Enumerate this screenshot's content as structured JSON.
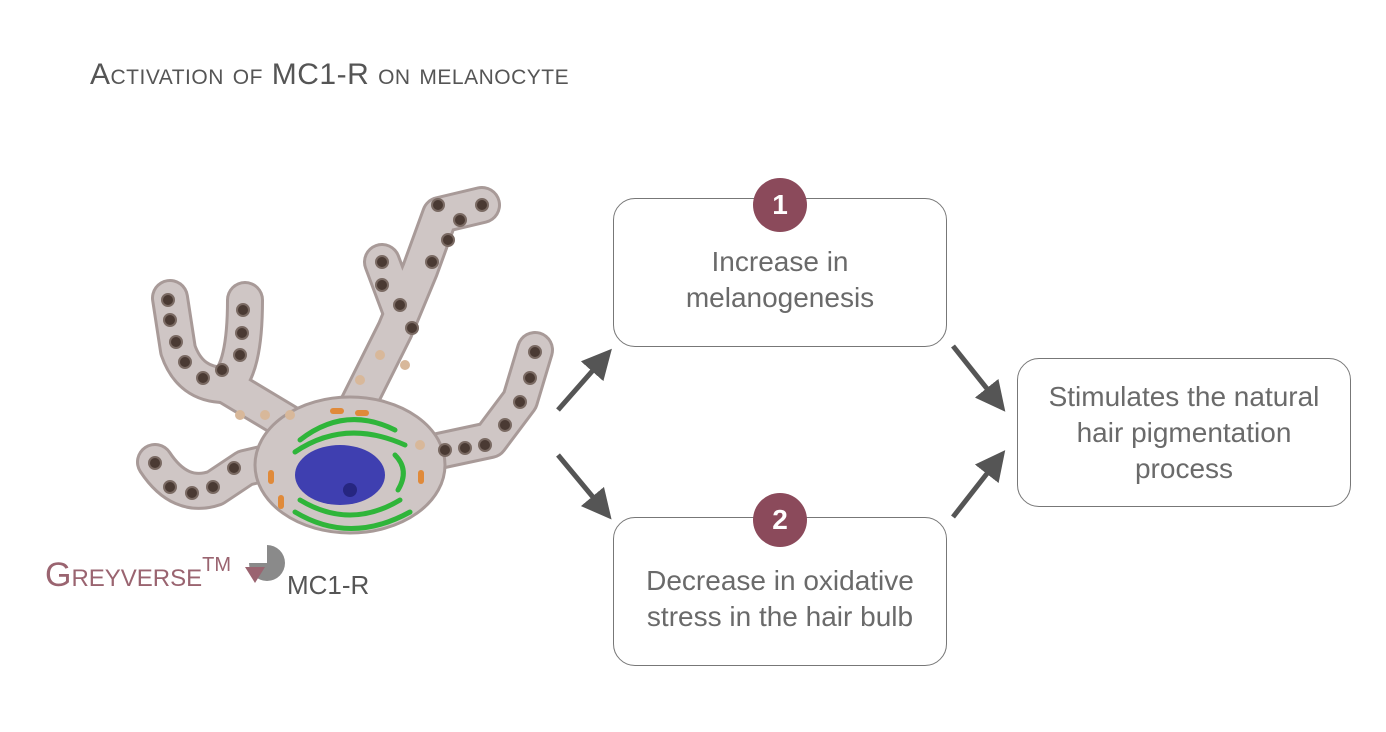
{
  "title": {
    "prefix": "Activation of ",
    "emphasis": "MC1-R",
    "suffix": " on melanocyte"
  },
  "illustration": {
    "brand": "Greyverse",
    "trademark": "TM",
    "receptor_label": "MC1-R"
  },
  "steps": [
    {
      "number": "1",
      "text": "Increase in melanogenesis"
    },
    {
      "number": "2",
      "text": "Decrease in oxidative stress in the hair bulb"
    }
  ],
  "outcome": {
    "text": "Stimulates the natural hair pigmentation process"
  },
  "colors": {
    "badge": "#8b4a5b",
    "brand": "#9a6470",
    "arrow": "#555555"
  }
}
